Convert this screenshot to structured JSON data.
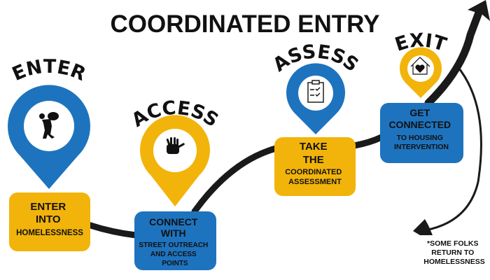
{
  "title": "COORDINATED ENTRY",
  "colors": {
    "blue": "#1E73BE",
    "yellow": "#F2B40A",
    "line": "#1a1a1a"
  },
  "stages": [
    {
      "label": "ENTER",
      "icon": "person-carrying-bag-icon",
      "box_lines": [
        "ENTER",
        "INTO",
        "HOMELESSNESS"
      ]
    },
    {
      "label": "ACCESS",
      "icon": "hand-icon",
      "box_lines": [
        "CONNECT",
        "WITH",
        "STREET OUTREACH",
        "AND ACCESS",
        "POINTS"
      ]
    },
    {
      "label": "ASSESS",
      "icon": "clipboard-checklist-icon",
      "box_lines": [
        "TAKE",
        "THE",
        "COORDINATED",
        "ASSESSMENT"
      ]
    },
    {
      "label": "EXIT",
      "icon": "house-heart-icon",
      "box_lines": [
        "GET",
        "CONNECTED",
        "TO HOUSING",
        "INTERVENTION"
      ]
    }
  ],
  "note_lines": [
    "*SOME FOLKS",
    "RETURN TO",
    "HOMELESSNESS"
  ]
}
